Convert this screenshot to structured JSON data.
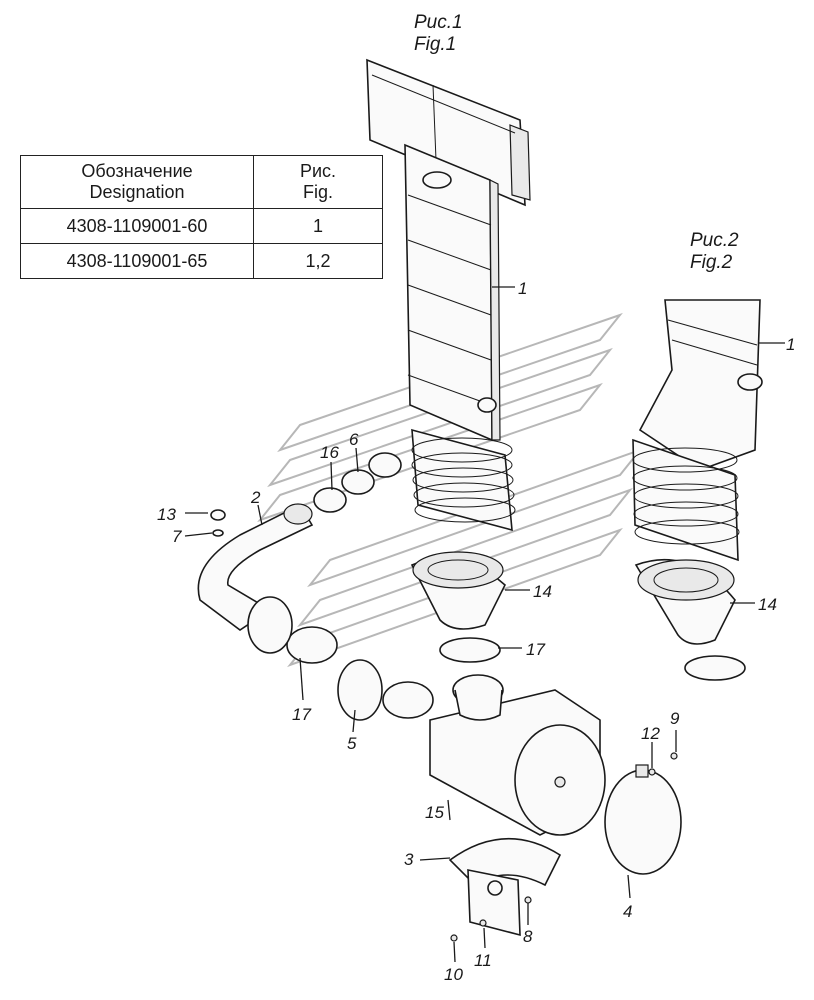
{
  "figures": {
    "fig1": {
      "ru": "Рис.1",
      "en": "Fig.1"
    },
    "fig2": {
      "ru": "Рис.2",
      "en": "Fig.2"
    }
  },
  "table": {
    "header_designation_ru": "Обозначение",
    "header_designation_en": "Designation",
    "header_fig_ru": "Рис.",
    "header_fig_en": "Fig.",
    "rows": [
      {
        "designation": "4308-1109001-60",
        "fig": "1"
      },
      {
        "designation": "4308-1109001-65",
        "fig": "1,2"
      }
    ]
  },
  "callouts": {
    "c1": "1",
    "c1b": "1",
    "c2": "2",
    "c3": "3",
    "c4": "4",
    "c5": "5",
    "c6": "6",
    "c7": "7",
    "c8": "8",
    "c9": "9",
    "c10": "10",
    "c11": "11",
    "c12": "12",
    "c13": "13",
    "c14": "14",
    "c14b": "14",
    "c15": "15",
    "c16": "16",
    "c17a": "17",
    "c17b": "17"
  }
}
